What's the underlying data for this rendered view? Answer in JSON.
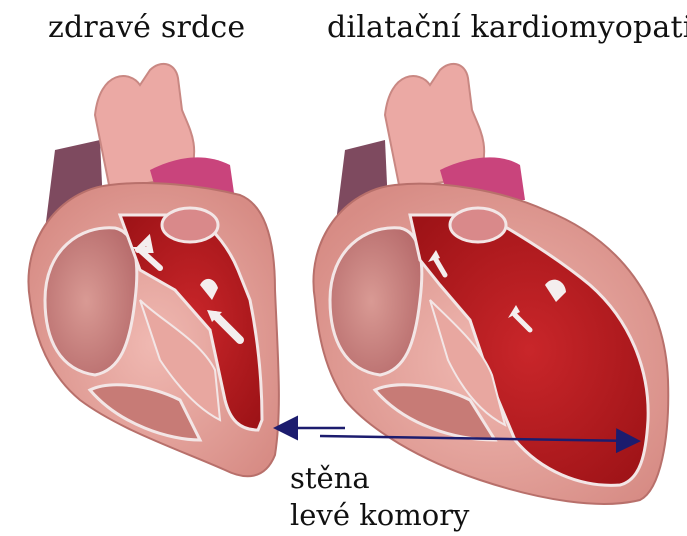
{
  "titles": {
    "healthy": "zdravé srdce",
    "dilated": "dilatační kardiomyopatie"
  },
  "caption": {
    "line1": "stěna",
    "line2": "levé komory"
  },
  "colors": {
    "muscle": "#e8a7a0",
    "muscle_dark": "#d98c86",
    "chamber_blood": "#b8181d",
    "chamber_light": "#c97a75",
    "atrium_purple": "#7e4a5f",
    "aorta_pink": "#e7a6a2",
    "vessel_magenta": "#c9447c",
    "arrow_line": "#1c1c6e",
    "valve_white": "#f4eeee"
  },
  "icons": [
    "arrow-left-icon",
    "arrow-right-icon",
    "flow-arrow-icon"
  ]
}
